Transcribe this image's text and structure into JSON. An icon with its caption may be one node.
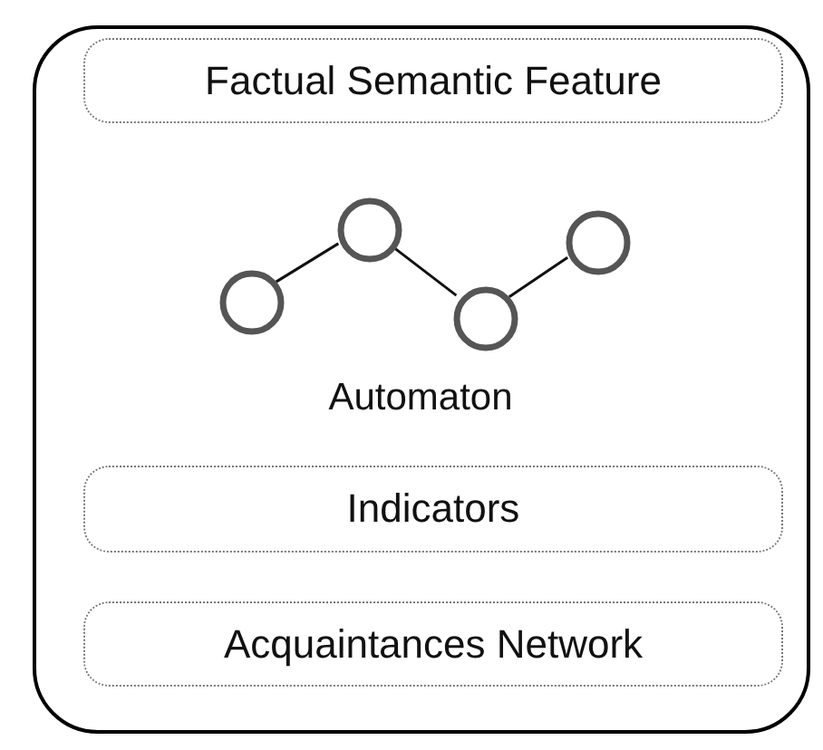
{
  "diagram": {
    "nodes": [
      {
        "text": [],
        "shape": "box"
      },
      {
        "text": [
          "Factual Semantic Feature"
        ],
        "in": 0
      },
      {
        "text": [],
        "shape": "circle",
        "in": 0
      },
      {
        "text": [],
        "shape": "circle",
        "in": 0
      },
      {
        "text": [],
        "shape": "circle",
        "in": 0
      },
      {
        "text": [],
        "shape": "circle",
        "in": 0
      },
      {
        "text": [
          "Indicators"
        ],
        "in": 0
      },
      {
        "text": [
          "Acquaintances Network"
        ],
        "in": 0
      }
    ],
    "edges": [
      {
        "from": 2,
        "to": 3,
        "arrow": "none"
      },
      {
        "from": 3,
        "to": 4,
        "arrow": "none"
      },
      {
        "from": 4,
        "to": 5,
        "arrow": "none"
      }
    ],
    "labels": [
      "Automaton"
    ]
  }
}
